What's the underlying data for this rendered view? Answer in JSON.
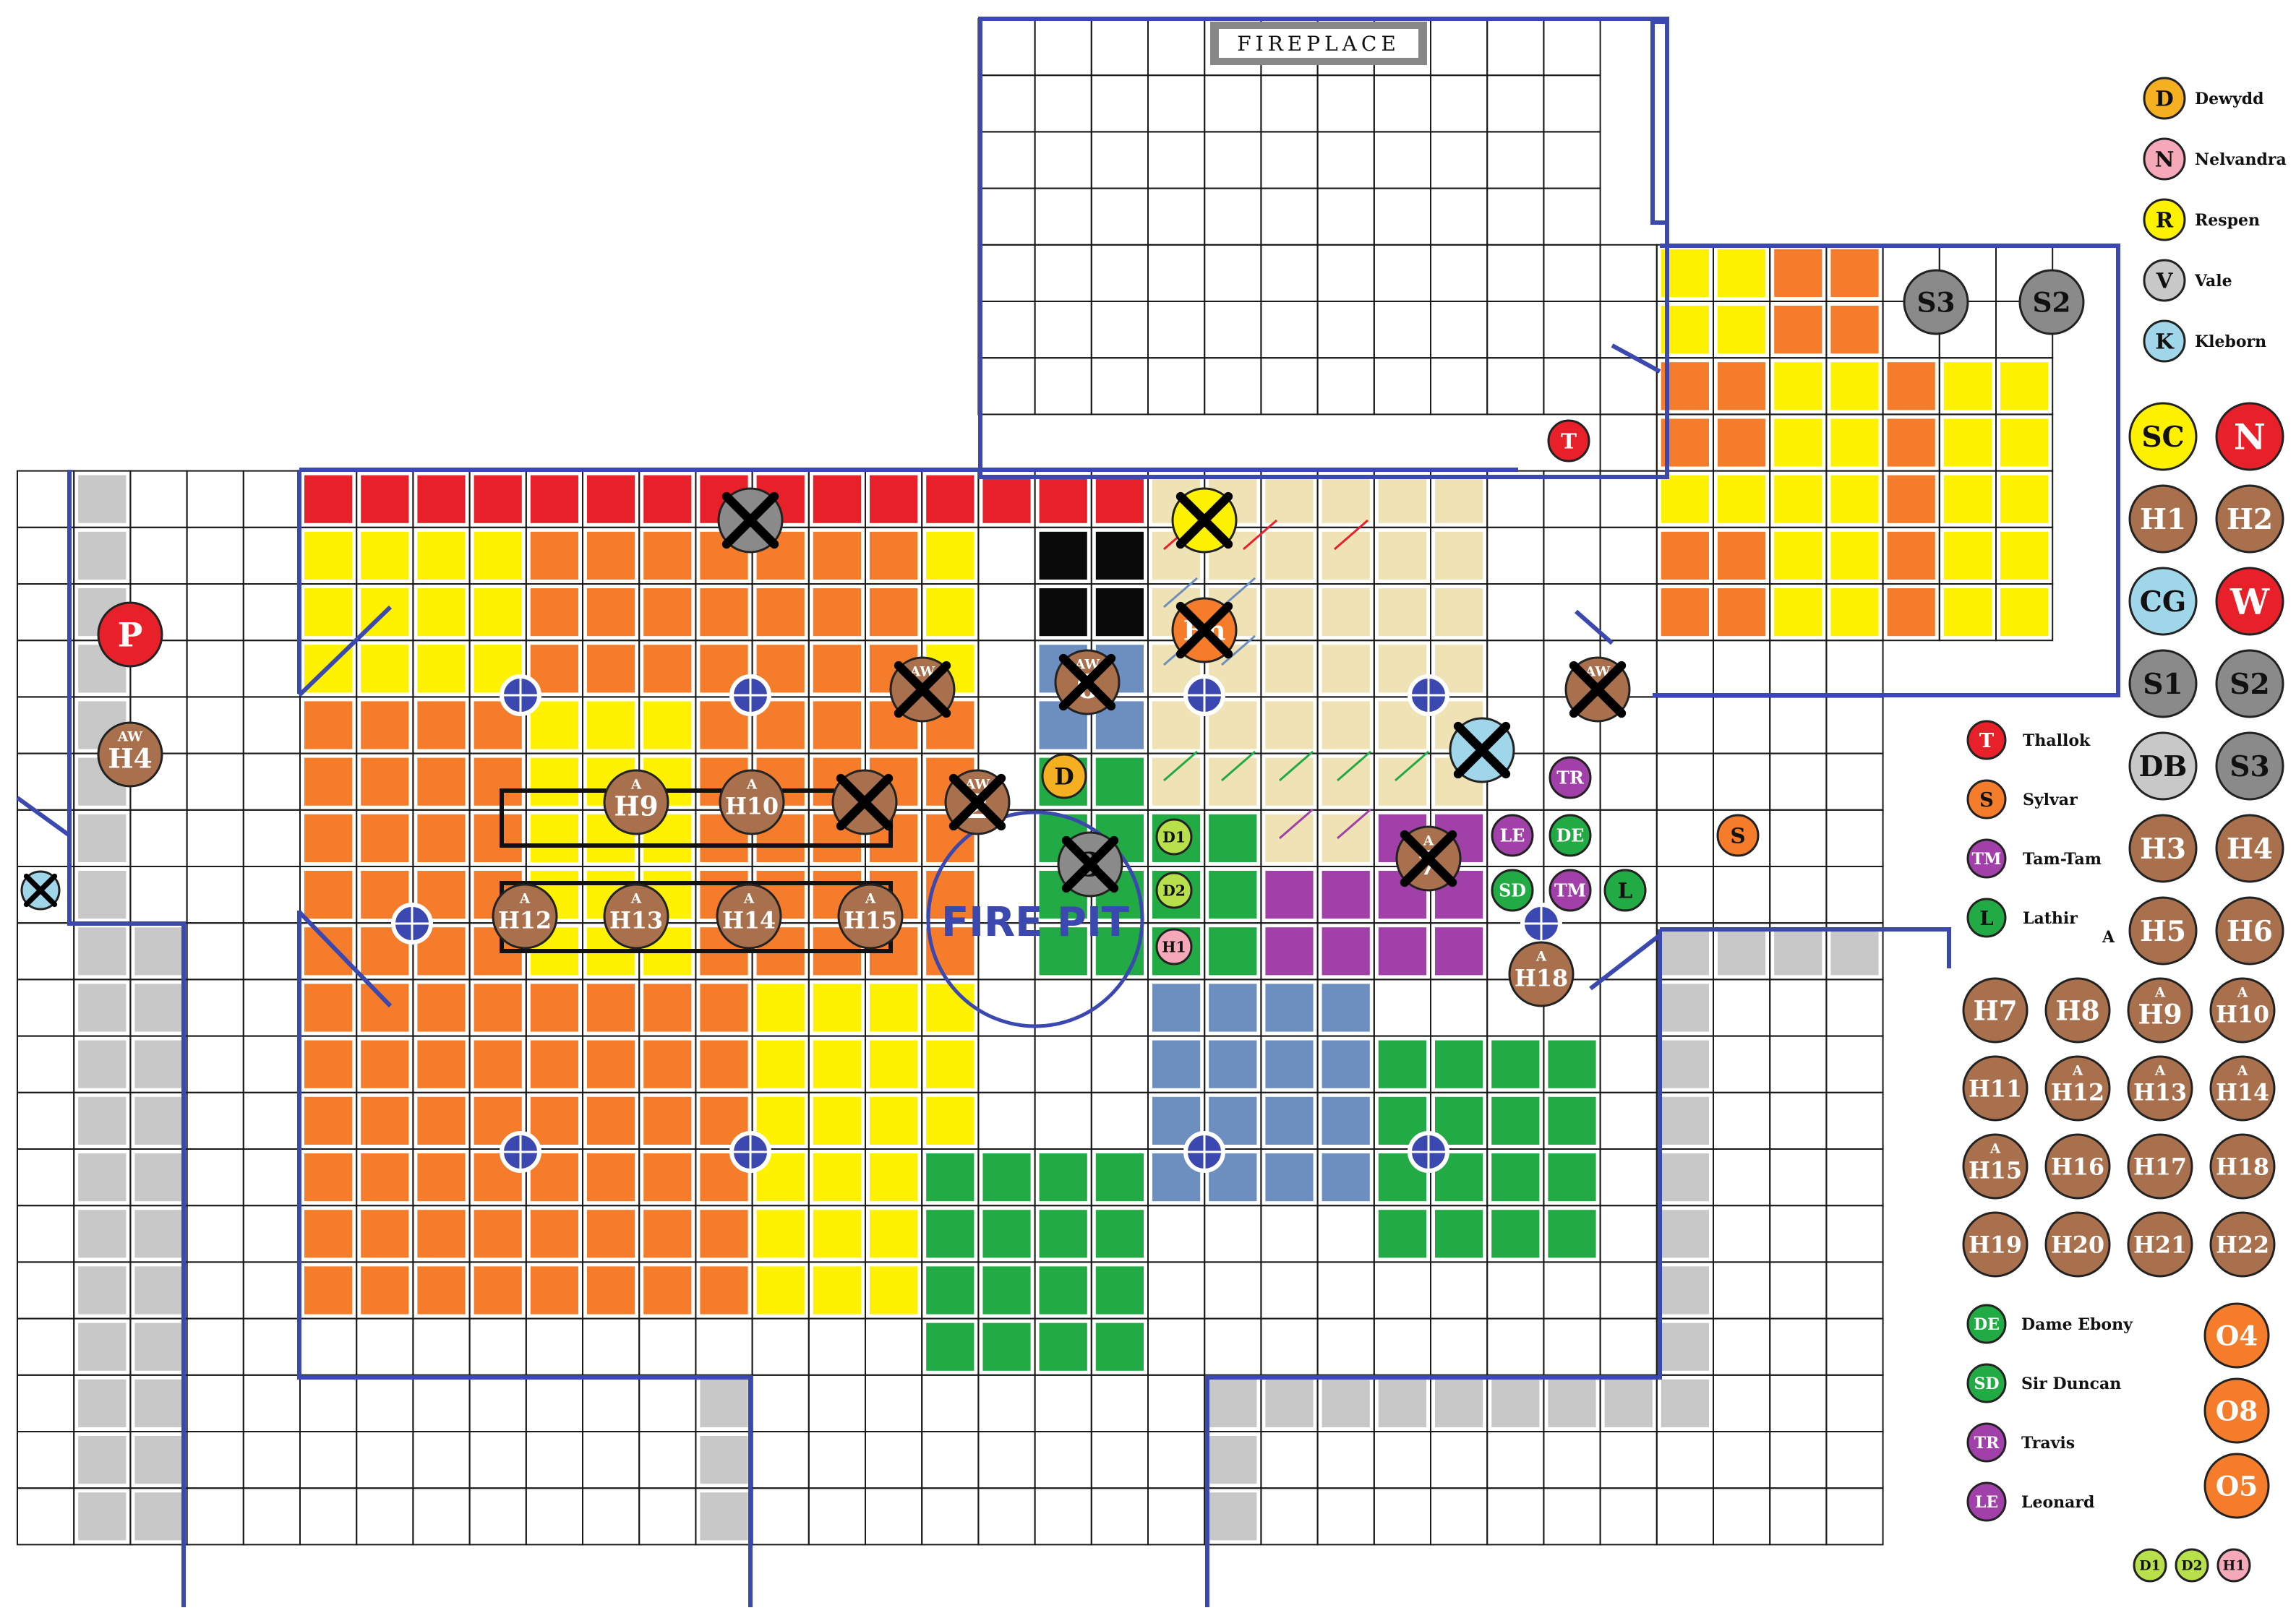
{
  "map": {
    "fireplace_label": "FIREPLACE",
    "firepit_label": "FIRE PIT",
    "colors": {
      "grid_line": "#1a1a1a",
      "wall": "#3a48b0",
      "red": "#e8202a",
      "yellow": "#fff200",
      "orange": "#f47c2a",
      "tan": "#efe2b4",
      "blue_gray": "#6c8fc0",
      "green": "#22aa44",
      "purple": "#a040a8",
      "gray": "#c8c8c8",
      "black": "#0a0a0a",
      "pillar": "#3a48b0"
    }
  },
  "board_tokens": [
    {
      "label": "P",
      "fill": "#e8202a",
      "text": "#ffffff",
      "crossed": false
    },
    {
      "label": "H4",
      "sup": "AW",
      "fill": "#a8704c",
      "text": "#ffffff",
      "crossed": false
    },
    {
      "label": "H9",
      "sup": "A",
      "fill": "#a8704c",
      "text": "#ffffff",
      "crossed": false
    },
    {
      "label": "H10",
      "sup": "A",
      "fill": "#a8704c",
      "text": "#ffffff",
      "crossed": false
    },
    {
      "label": "H12",
      "sup": "A",
      "fill": "#a8704c",
      "text": "#ffffff",
      "crossed": false
    },
    {
      "label": "H13",
      "sup": "A",
      "fill": "#a8704c",
      "text": "#ffffff",
      "crossed": false
    },
    {
      "label": "H14",
      "sup": "A",
      "fill": "#a8704c",
      "text": "#ffffff",
      "crossed": false
    },
    {
      "label": "H15",
      "sup": "A",
      "fill": "#a8704c",
      "text": "#ffffff",
      "crossed": false
    },
    {
      "label": "H18",
      "sup": "A",
      "fill": "#a8704c",
      "text": "#ffffff",
      "crossed": false
    },
    {
      "label": "T",
      "fill": "#e8202a",
      "text": "#ffffff",
      "crossed": false
    },
    {
      "label": "S3",
      "fill": "#8a8a8a",
      "text": "#111111",
      "crossed": false
    },
    {
      "label": "S2",
      "fill": "#8a8a8a",
      "text": "#111111",
      "crossed": false
    },
    {
      "label": "D",
      "fill": "#f5b021",
      "text": "#111111",
      "crossed": false
    },
    {
      "label": "D1",
      "fill": "#b8e04a",
      "text": "#111111",
      "crossed": false
    },
    {
      "label": "D2",
      "fill": "#b8e04a",
      "text": "#111111",
      "crossed": false
    },
    {
      "label": "H1",
      "fill": "#f4a8b8",
      "text": "#111111",
      "crossed": false
    },
    {
      "label": "TR",
      "fill": "#a040a8",
      "text": "#ffffff",
      "crossed": false
    },
    {
      "label": "LE",
      "fill": "#a040a8",
      "text": "#ffffff",
      "crossed": false
    },
    {
      "label": "DE",
      "fill": "#22aa44",
      "text": "#ffffff",
      "crossed": false
    },
    {
      "label": "SD",
      "fill": "#22aa44",
      "text": "#ffffff",
      "crossed": false
    },
    {
      "label": "TM",
      "fill": "#a040a8",
      "text": "#ffffff",
      "crossed": false
    },
    {
      "label": "L",
      "fill": "#22aa44",
      "text": "#111111",
      "crossed": false
    },
    {
      "label": "S",
      "fill": "#f47c2a",
      "text": "#111111",
      "crossed": false
    },
    {
      "label": "",
      "fill": "#8a8a8a",
      "text": "#111111",
      "crossed": true
    },
    {
      "label": "",
      "fill": "#fff200",
      "text": "#111111",
      "crossed": true
    },
    {
      "label": "Bn",
      "fill": "#f47c2a",
      "text": "#ffffff",
      "crossed": true
    },
    {
      "label": "",
      "sup": "AW",
      "fill": "#a8704c",
      "text": "#ffffff",
      "crossed": true
    },
    {
      "label": "6",
      "sup": "AW",
      "fill": "#a8704c",
      "text": "#ffffff",
      "crossed": true
    },
    {
      "label": "",
      "sup": "AW",
      "fill": "#a8704c",
      "text": "#ffffff",
      "crossed": true
    },
    {
      "label": "",
      "fill": "#9fd6ea",
      "text": "#111111",
      "crossed": true
    },
    {
      "label": "",
      "fill": "#a8704c",
      "text": "#ffffff",
      "crossed": true
    },
    {
      "label": "2",
      "sup": "AW",
      "fill": "#a8704c",
      "text": "#ffffff",
      "crossed": true
    },
    {
      "label": "3",
      "fill": "#8a8a8a",
      "text": "#111111",
      "crossed": true
    },
    {
      "label": "7",
      "sup": "A",
      "fill": "#a8704c",
      "text": "#ffffff",
      "crossed": true
    },
    {
      "label": "",
      "fill": "#9fd6ea",
      "text": "#111111",
      "crossed": true
    }
  ],
  "legend_named": [
    {
      "abbr": "D",
      "name": "Dewydd",
      "fill": "#f5b021"
    },
    {
      "abbr": "N",
      "name": "Nelvandra",
      "fill": "#f4a8b8"
    },
    {
      "abbr": "R",
      "name": "Respen",
      "fill": "#fff200"
    },
    {
      "abbr": "V",
      "name": "Vale",
      "fill": "#c8c8c8"
    },
    {
      "abbr": "K",
      "name": "Kleborn",
      "fill": "#9fd6ea"
    }
  ],
  "legend_named_2": [
    {
      "abbr": "T",
      "name": "Thallok",
      "fill": "#e8202a",
      "text": "#ffffff"
    },
    {
      "abbr": "S",
      "name": "Sylvar",
      "fill": "#f47c2a",
      "text": "#111111"
    },
    {
      "abbr": "TM",
      "name": "Tam-Tam",
      "fill": "#a040a8",
      "text": "#ffffff"
    },
    {
      "abbr": "L",
      "name": "Lathir",
      "fill": "#22aa44",
      "text": "#111111"
    }
  ],
  "legend_note": "A",
  "legend_named_3": [
    {
      "abbr": "DE",
      "name": "Dame Ebony",
      "fill": "#22aa44",
      "text": "#ffffff"
    },
    {
      "abbr": "SD",
      "name": "Sir Duncan",
      "fill": "#22aa44",
      "text": "#ffffff"
    },
    {
      "abbr": "TR",
      "name": "Travis",
      "fill": "#a040a8",
      "text": "#ffffff"
    },
    {
      "abbr": "LE",
      "name": "Leonard",
      "fill": "#a040a8",
      "text": "#ffffff"
    }
  ],
  "legend_big_pairs": [
    {
      "label": "SC",
      "fill": "#fff200",
      "text": "#111111"
    },
    {
      "label": "N",
      "fill": "#e8202a",
      "text": "#ffffff"
    },
    {
      "label": "H1",
      "fill": "#a8704c",
      "text": "#ffffff"
    },
    {
      "label": "H2",
      "fill": "#a8704c",
      "text": "#ffffff"
    },
    {
      "label": "CG",
      "fill": "#9fd6ea",
      "text": "#111111"
    },
    {
      "label": "W",
      "fill": "#e8202a",
      "text": "#ffffff"
    },
    {
      "label": "S1",
      "fill": "#8a8a8a",
      "text": "#111111"
    },
    {
      "label": "S2",
      "fill": "#8a8a8a",
      "text": "#111111"
    },
    {
      "label": "DB",
      "fill": "#c8c8c8",
      "text": "#111111"
    },
    {
      "label": "S3",
      "fill": "#8a8a8a",
      "text": "#111111"
    },
    {
      "label": "H3",
      "fill": "#a8704c",
      "text": "#ffffff"
    },
    {
      "label": "H4",
      "fill": "#a8704c",
      "text": "#ffffff"
    },
    {
      "label": "H5",
      "fill": "#a8704c",
      "text": "#ffffff"
    },
    {
      "label": "H6",
      "fill": "#a8704c",
      "text": "#ffffff"
    }
  ],
  "legend_hgrid": [
    {
      "label": "H7"
    },
    {
      "label": "H8"
    },
    {
      "label": "H9",
      "sup": "A"
    },
    {
      "label": "H10",
      "sup": "A"
    },
    {
      "label": "H11"
    },
    {
      "label": "H12",
      "sup": "A"
    },
    {
      "label": "H13",
      "sup": "A"
    },
    {
      "label": "H14",
      "sup": "A"
    },
    {
      "label": "H15",
      "sup": "A"
    },
    {
      "label": "H16"
    },
    {
      "label": "H17"
    },
    {
      "label": "H18"
    },
    {
      "label": "H19"
    },
    {
      "label": "H20"
    },
    {
      "label": "H21"
    },
    {
      "label": "H22"
    }
  ],
  "legend_orange": [
    {
      "label": "O4"
    },
    {
      "label": "O8"
    },
    {
      "label": "O5"
    }
  ],
  "legend_small": [
    {
      "label": "D1",
      "fill": "#b8e04a"
    },
    {
      "label": "D2",
      "fill": "#b8e04a"
    },
    {
      "label": "H1",
      "fill": "#f4a8b8"
    }
  ]
}
